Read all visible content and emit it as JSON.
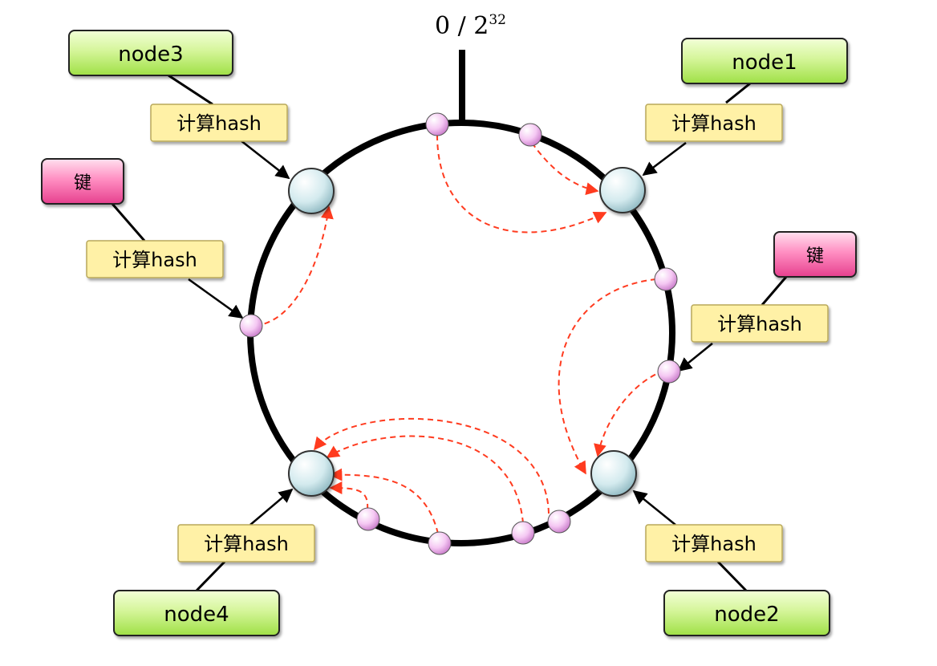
{
  "ring": {
    "top_label_base": "0 / 2",
    "top_label_exp": "32"
  },
  "nodes": [
    {
      "id": "node1",
      "label": "node1"
    },
    {
      "id": "node2",
      "label": "node2"
    },
    {
      "id": "node3",
      "label": "node3"
    },
    {
      "id": "node4",
      "label": "node4"
    }
  ],
  "keys": [
    {
      "label": "键"
    },
    {
      "label": "键"
    }
  ],
  "hash_labels": [
    "计算hash",
    "计算hash",
    "计算hash",
    "计算hash",
    "计算hash",
    "计算hash"
  ],
  "colors": {
    "node_box": "#c8f08a",
    "key_box": "#f06aa8",
    "hash_box": "#fff1a6",
    "ring": "#000000",
    "server_marker": "#d7eef0",
    "object_marker": "#f3c6ee",
    "mapping_arrow": "#ff3b1f"
  }
}
